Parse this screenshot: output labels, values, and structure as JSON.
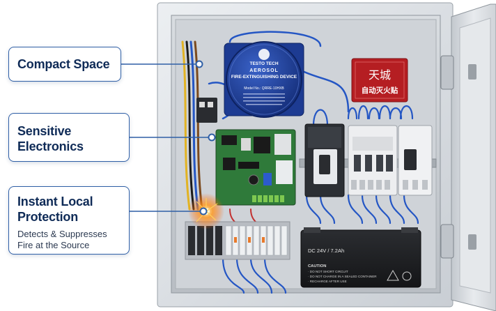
{
  "callouts": {
    "compact": {
      "title": "Compact Space"
    },
    "sensitive": {
      "title_line1": "Sensitive",
      "title_line2": "Electronics"
    },
    "instant": {
      "title_line1": "Instant Local",
      "title_line2": "Protection",
      "desc_line1": "Detects & Suppresses",
      "desc_line2": "Fire at the Source"
    }
  },
  "device": {
    "brand": "TESTO TECH",
    "line1": "AEROSOL",
    "line2": "FIRE-EXTINGUISHING DEVICE",
    "model": "Model No.: QRRE-10HXB"
  },
  "red_tag": {
    "logo": "天城",
    "label": "自动灭火贴"
  },
  "battery": {
    "rating": "DC 24V / 7.2Ah",
    "caution_title": "CAUTION",
    "caution_1": "· DO NOT SHORT CIRCUIT",
    "caution_2": "· DO NOT CHARGE IN A SEALED CONTAINER",
    "caution_3": "· RECHARGE AFTER USE"
  },
  "colors": {
    "accent": "#2f5fa6",
    "title": "#0f2b57",
    "device_blue": "#1e3f9e",
    "tag_red": "#b51e22",
    "pcb_green": "#2f7a3a"
  }
}
